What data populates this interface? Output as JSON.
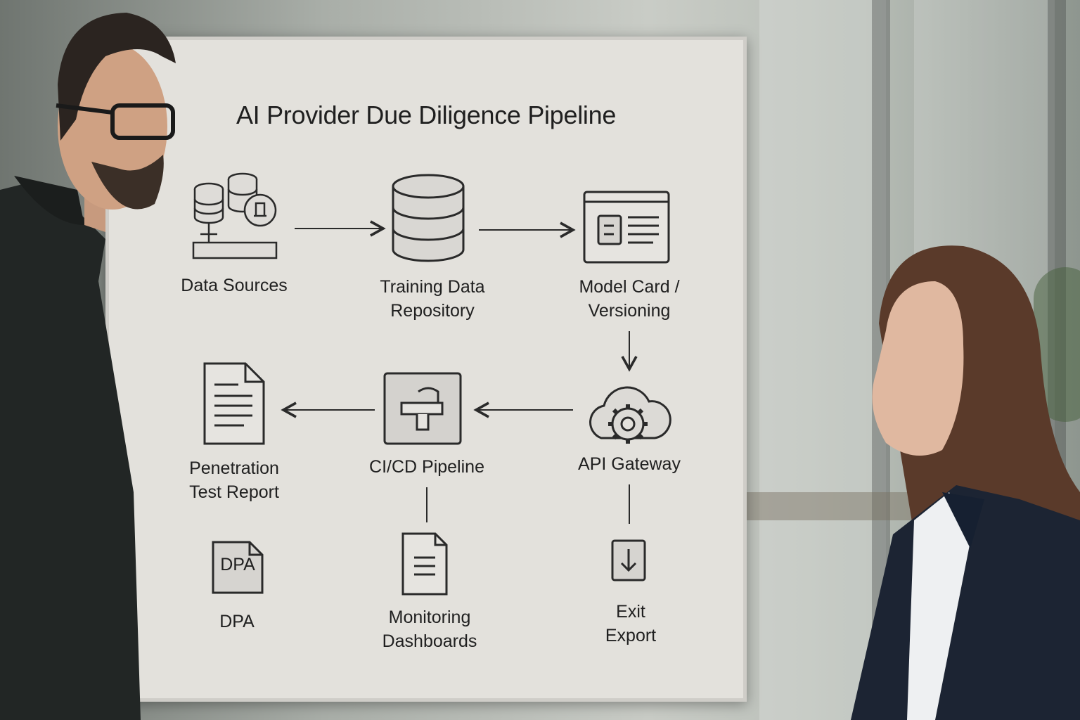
{
  "board": {
    "title": "AI Provider Due Diligence Pipeline",
    "nodes": {
      "data_sources": "Data Sources",
      "training_repo_line1": "Training Data",
      "training_repo_line2": "Repository",
      "model_card_line1": "Model Card /",
      "model_card_line2": "Versioning",
      "api_gateway": "API Gateway",
      "cicd": "CI/CD Pipeline",
      "pentest_line1": "Penetration",
      "pentest_line2": "Test Report",
      "dpa_icon_text": "DPA",
      "dpa": "DPA",
      "monitoring_line1": "Monitoring",
      "monitoring_line2": "Dashboards",
      "exit_line1": "Exit",
      "exit_line2": "Export"
    },
    "icons": [
      "database-cluster-icon",
      "database-icon",
      "model-card-icon",
      "cloud-gear-icon",
      "pipeline-icon",
      "document-icon",
      "dpa-document-icon",
      "dashboard-document-icon",
      "download-icon"
    ]
  },
  "colors": {
    "board": "#e3e1dc",
    "ink": "#2a2a2a",
    "icon_fill": "#d6d4d0"
  }
}
